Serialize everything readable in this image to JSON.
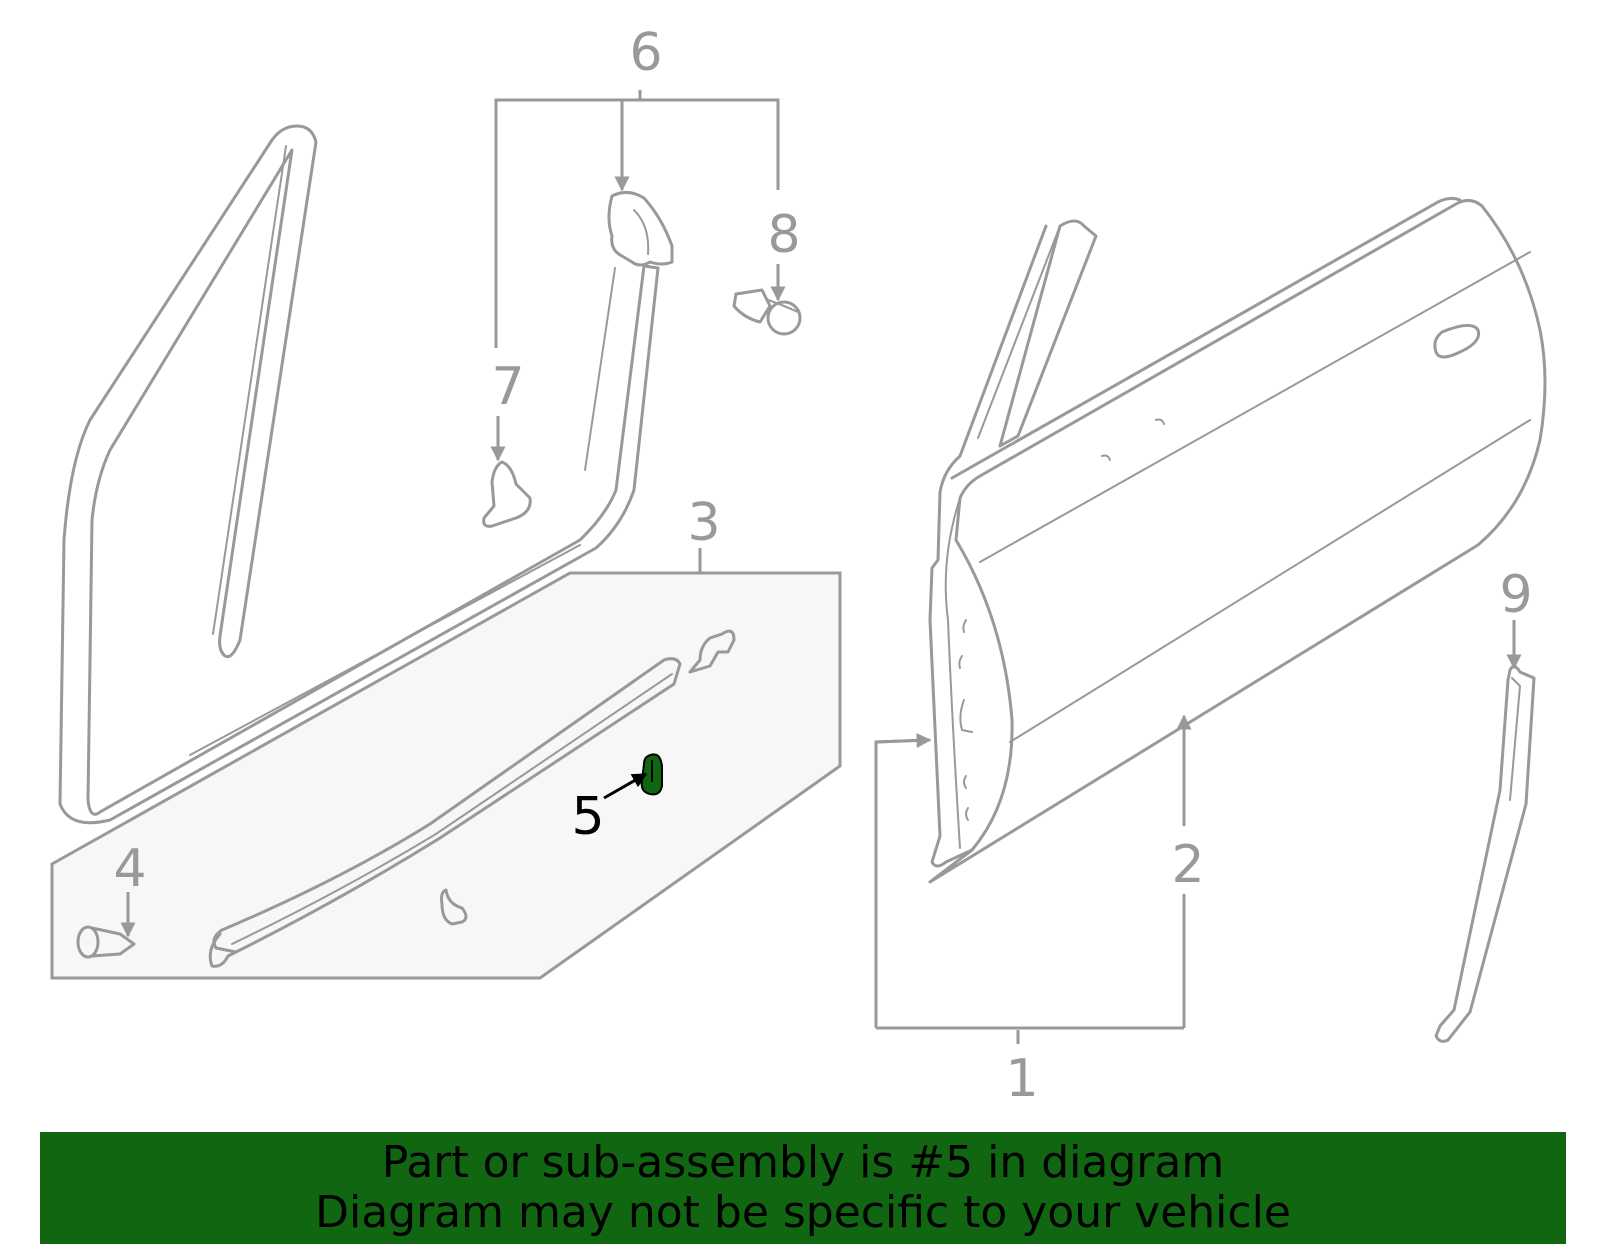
{
  "callouts": [
    {
      "id": "1",
      "label": "1"
    },
    {
      "id": "2",
      "label": "2"
    },
    {
      "id": "3",
      "label": "3"
    },
    {
      "id": "4",
      "label": "4"
    },
    {
      "id": "5",
      "label": "5"
    },
    {
      "id": "6",
      "label": "6"
    },
    {
      "id": "7",
      "label": "7"
    },
    {
      "id": "8",
      "label": "8"
    },
    {
      "id": "9",
      "label": "9"
    }
  ],
  "highlighted_part": "5",
  "colors": {
    "line": "#999999",
    "highlight": "#116611",
    "panel": "#f7f7f7",
    "banner": "#116611",
    "text": "#000000"
  },
  "banner": {
    "line1": "Part or sub-assembly is #5 in diagram",
    "line2": "Diagram may not be specific to your vehicle"
  }
}
